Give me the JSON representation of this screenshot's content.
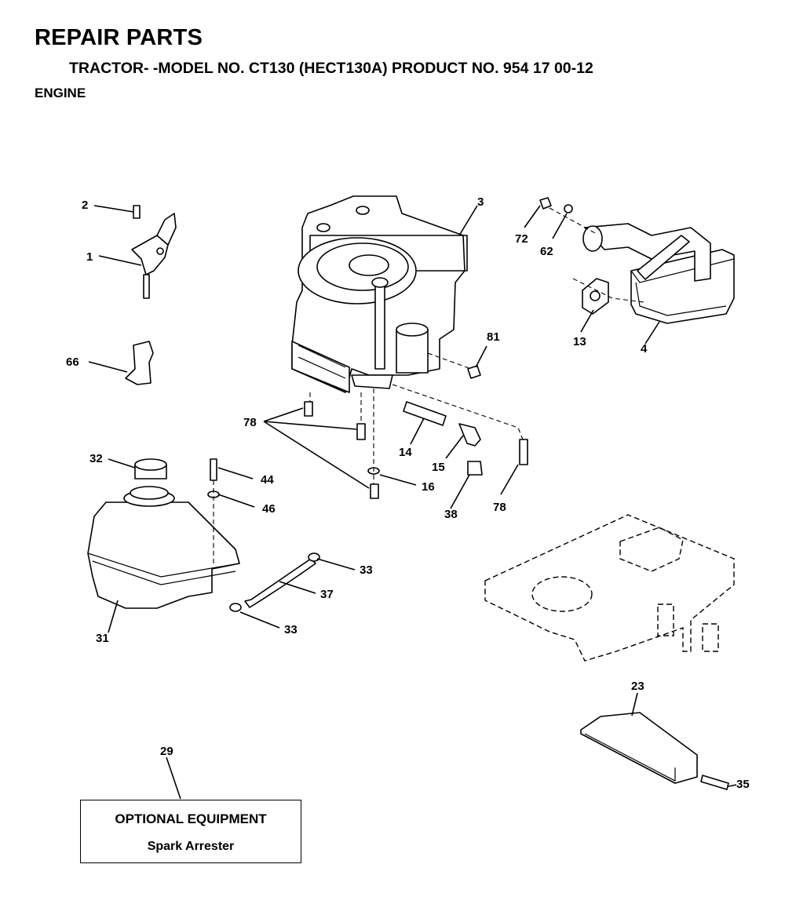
{
  "header": {
    "title": "REPAIR PARTS",
    "subtitle": "TRACTOR- -MODEL NO. CT130 (HECT130A) PRODUCT NO. 954 17 00-12",
    "section": "ENGINE"
  },
  "callouts": [
    {
      "id": "c1",
      "label": "1"
    },
    {
      "id": "c2",
      "label": "2"
    },
    {
      "id": "c3",
      "label": "3"
    },
    {
      "id": "c4",
      "label": "4"
    },
    {
      "id": "c13",
      "label": "13"
    },
    {
      "id": "c14",
      "label": "14"
    },
    {
      "id": "c15",
      "label": "15"
    },
    {
      "id": "c16",
      "label": "16"
    },
    {
      "id": "c23",
      "label": "23"
    },
    {
      "id": "c29",
      "label": "29"
    },
    {
      "id": "c31",
      "label": "31"
    },
    {
      "id": "c32",
      "label": "32"
    },
    {
      "id": "c33a",
      "label": "33"
    },
    {
      "id": "c33b",
      "label": "33"
    },
    {
      "id": "c35",
      "label": "35"
    },
    {
      "id": "c37",
      "label": "37"
    },
    {
      "id": "c38",
      "label": "38"
    },
    {
      "id": "c44",
      "label": "44"
    },
    {
      "id": "c46",
      "label": "46"
    },
    {
      "id": "c62",
      "label": "62"
    },
    {
      "id": "c66",
      "label": "66"
    },
    {
      "id": "c72",
      "label": "72"
    },
    {
      "id": "c78a",
      "label": "78"
    },
    {
      "id": "c78b",
      "label": "78"
    },
    {
      "id": "c81",
      "label": "81"
    }
  ],
  "optional_equipment": {
    "title": "OPTIONAL EQUIPMENT",
    "item": "Spark Arrester"
  }
}
